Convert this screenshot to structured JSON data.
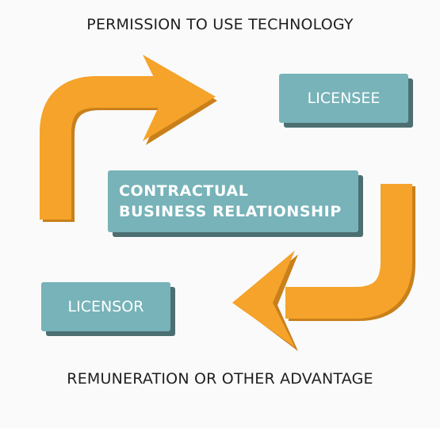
{
  "captions": {
    "top": "PERMISSION TO USE TECHNOLOGY",
    "bottom": "REMUNERATION OR OTHER ADVANTAGE"
  },
  "nodes": {
    "licensee": "LICENSEE",
    "licensor": "LICENSOR",
    "center_line1": "CONTRACTUAL",
    "center_line2": "BUSINESS RELATIONSHIP"
  },
  "colors": {
    "arrow": "#f5a32a",
    "arrow_shadow": "#c9801b",
    "box": "#77b3b9",
    "box_shadow": "#4d6f72",
    "text": "#1f1f1f"
  },
  "icons": [
    "curved-arrow-right-icon",
    "curved-arrow-left-icon"
  ]
}
